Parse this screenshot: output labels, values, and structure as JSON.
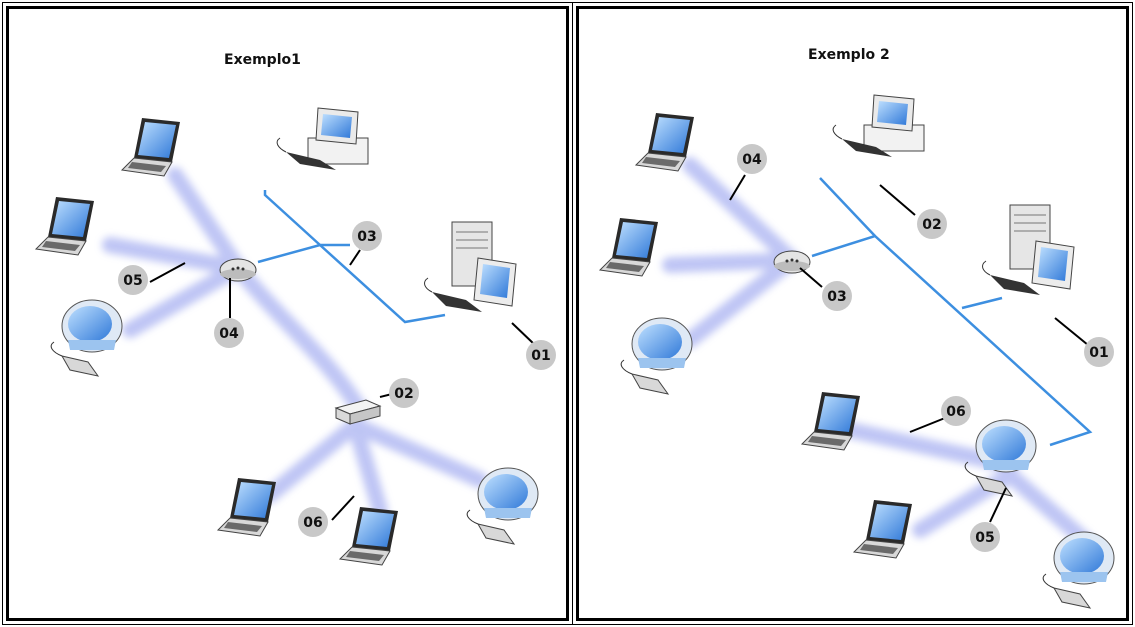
{
  "panels": [
    {
      "title": "Exemplo1"
    },
    {
      "title": "Exemplo 2"
    }
  ],
  "callouts": {
    "ex1": {
      "c01": "01",
      "c02": "02",
      "c03": "03",
      "c04": "04",
      "c05": "05",
      "c06": "06"
    },
    "ex2": {
      "c01": "01",
      "c02": "02",
      "c03": "03",
      "c04": "04",
      "c05": "05",
      "c06": "06"
    }
  },
  "colors": {
    "cable": "#3d8fe0",
    "wireless": "#8a96ec",
    "callout_badge": "#c8c8c8",
    "screen": "#4a8de0"
  },
  "icons": [
    "laptop-icon",
    "desktop-computer-icon",
    "server-tower-icon",
    "imac-icon",
    "access-point-icon",
    "wireless-router-icon"
  ]
}
